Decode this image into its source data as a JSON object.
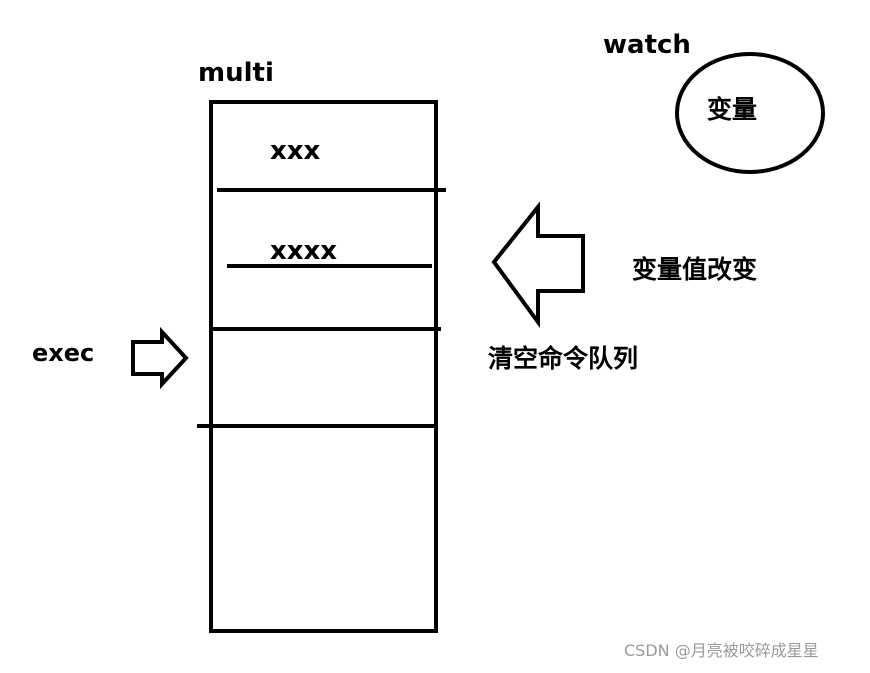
{
  "labels": {
    "watch": "watch",
    "multi": "multi",
    "variable": "变量",
    "cmd1": "xxx",
    "cmd2": "xxxx",
    "variable_changed": "变量值改变",
    "exec": "exec",
    "clear_queue": "清空命令队列"
  },
  "watermark": "CSDN @月亮被咬碎成星星",
  "colors": {
    "stroke": "#000000",
    "watermark": "#9a9a9a",
    "background": "#ffffff"
  }
}
